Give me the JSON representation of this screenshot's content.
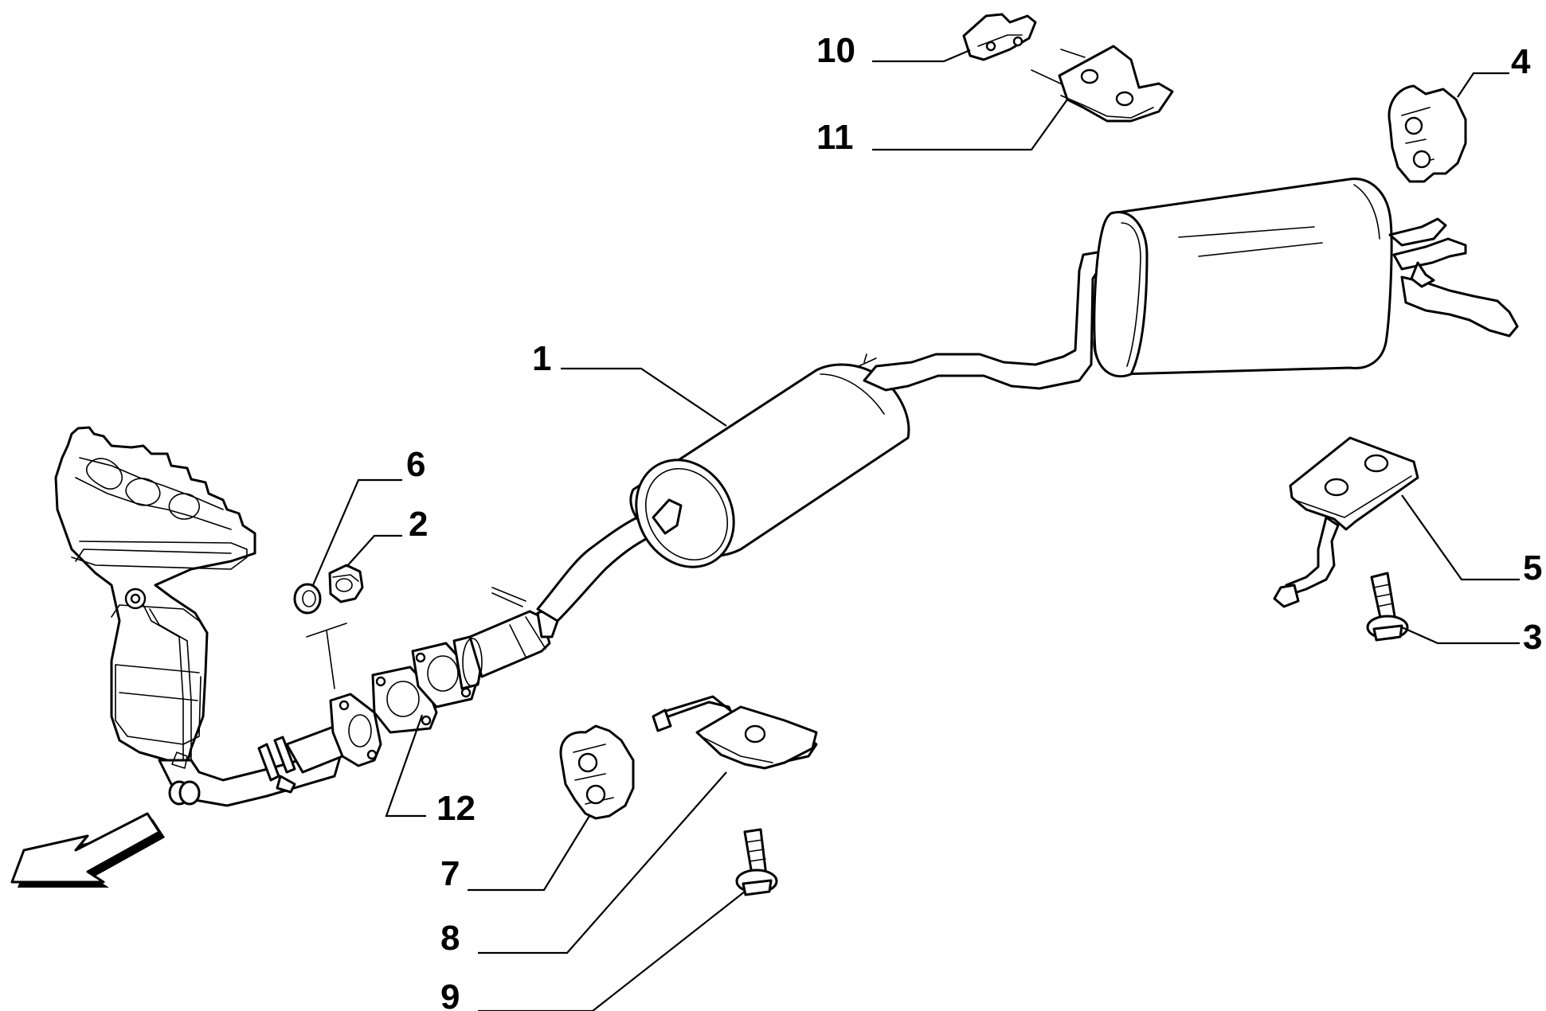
{
  "diagram": {
    "callouts": [
      {
        "id": "c1",
        "label": "1"
      },
      {
        "id": "c2",
        "label": "2"
      },
      {
        "id": "c3",
        "label": "3"
      },
      {
        "id": "c4",
        "label": "4"
      },
      {
        "id": "c5",
        "label": "5"
      },
      {
        "id": "c6",
        "label": "6"
      },
      {
        "id": "c7",
        "label": "7"
      },
      {
        "id": "c8",
        "label": "8"
      },
      {
        "id": "c9",
        "label": "9"
      },
      {
        "id": "c10",
        "label": "10"
      },
      {
        "id": "c11",
        "label": "11"
      },
      {
        "id": "c12",
        "label": "12"
      }
    ],
    "colors": {
      "line": "#000000",
      "background": "#ffffff",
      "arrow_shadow": "#000000"
    }
  }
}
